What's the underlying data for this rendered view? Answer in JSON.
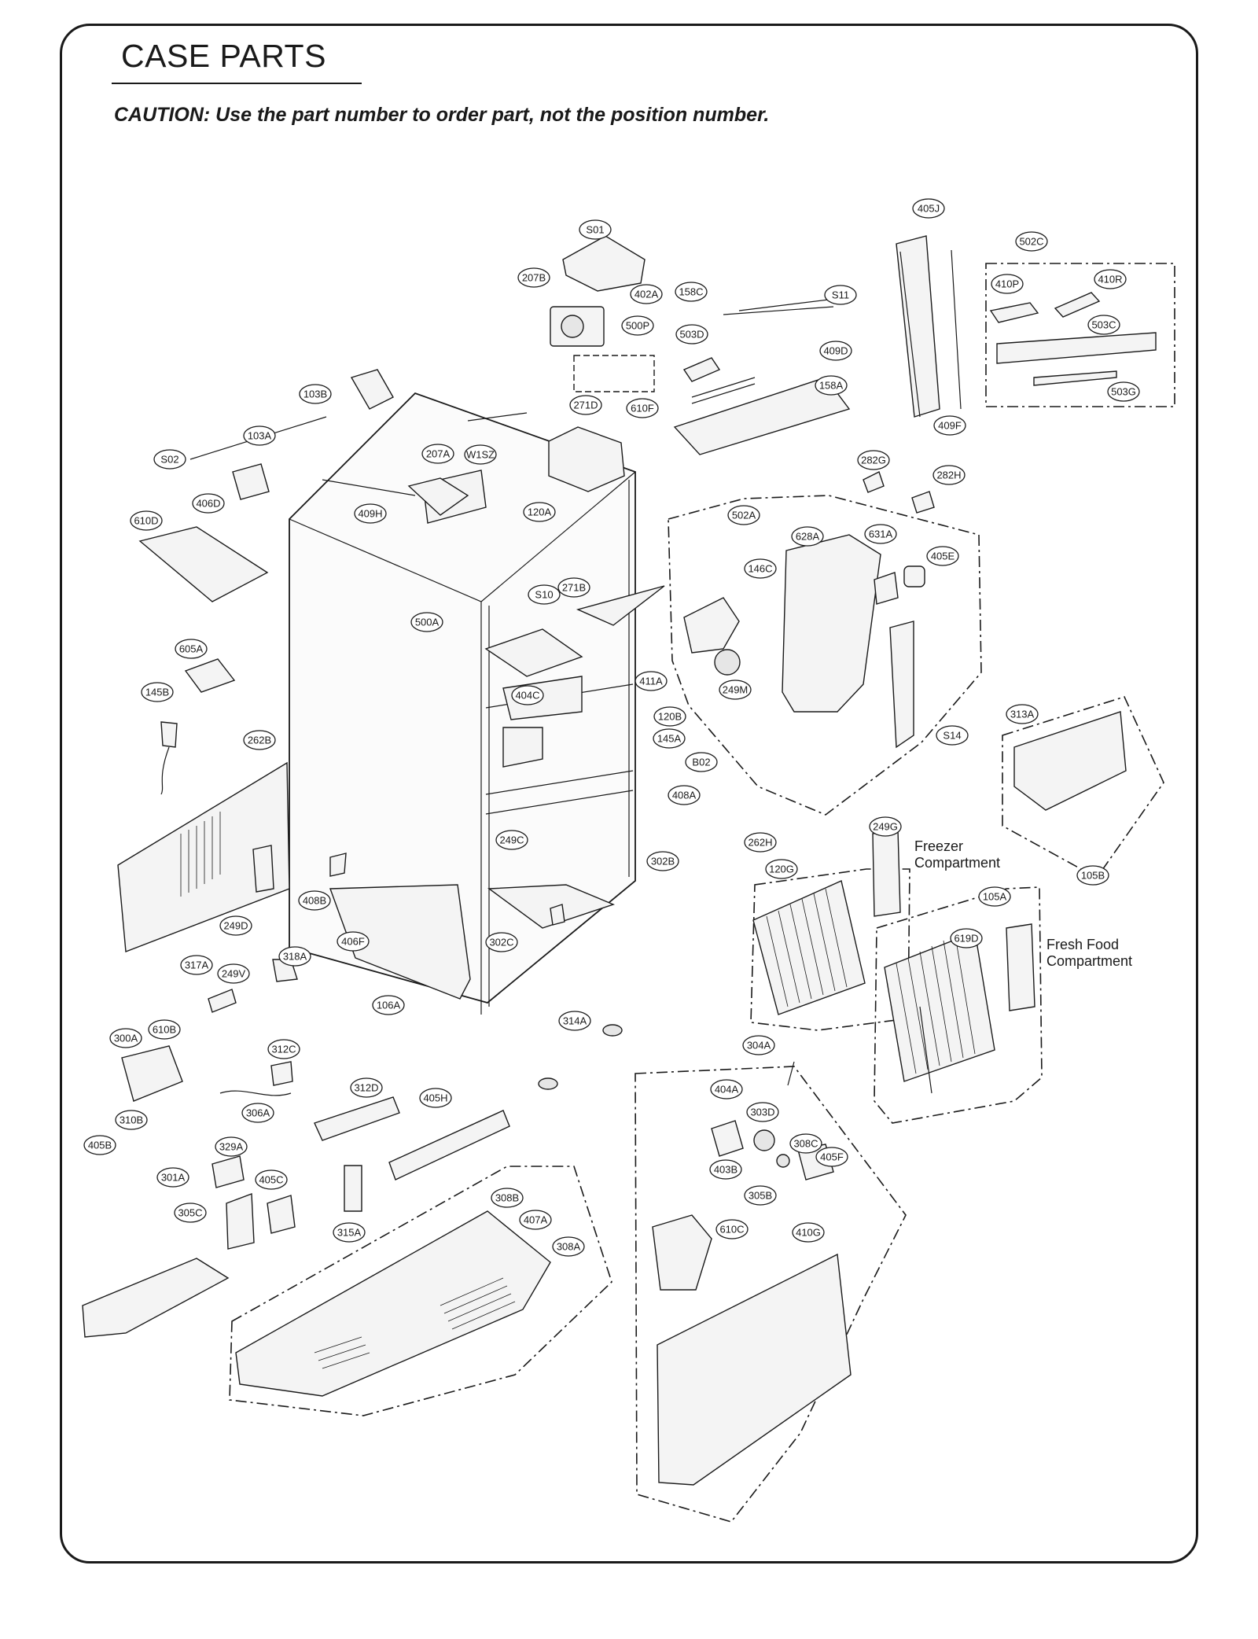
{
  "title": "CASE PARTS",
  "caution": "CAUTION: Use the part number to order part, not the position number.",
  "compartments": {
    "freezer": "Freezer\nCompartment",
    "fresh_food": "Fresh Food\nCompartment"
  },
  "callouts": [
    {
      "id": "S01",
      "label": "S01"
    },
    {
      "id": "207B",
      "label": "207B"
    },
    {
      "id": "402A",
      "label": "402A"
    },
    {
      "id": "158C",
      "label": "158C"
    },
    {
      "id": "S11",
      "label": "S11"
    },
    {
      "id": "405J",
      "label": "405J"
    },
    {
      "id": "502C",
      "label": "502C"
    },
    {
      "id": "410P",
      "label": "410P"
    },
    {
      "id": "410R",
      "label": "410R"
    },
    {
      "id": "500P",
      "label": "500P"
    },
    {
      "id": "503D",
      "label": "503D"
    },
    {
      "id": "409D",
      "label": "409D"
    },
    {
      "id": "503C",
      "label": "503C"
    },
    {
      "id": "610F",
      "label": "610F"
    },
    {
      "id": "158A",
      "label": "158A"
    },
    {
      "id": "103B",
      "label": "103B"
    },
    {
      "id": "271D",
      "label": "271D"
    },
    {
      "id": "503G",
      "label": "503G"
    },
    {
      "id": "409F",
      "label": "409F"
    },
    {
      "id": "103A",
      "label": "103A"
    },
    {
      "id": "207A",
      "label": "207A"
    },
    {
      "id": "282G",
      "label": "282G"
    },
    {
      "id": "282H",
      "label": "282H"
    },
    {
      "id": "S02",
      "label": "S02"
    },
    {
      "id": "W1SZ",
      "label": "W1SZ"
    },
    {
      "id": "406D",
      "label": "406D"
    },
    {
      "id": "120A",
      "label": "120A"
    },
    {
      "id": "502A",
      "label": "502A"
    },
    {
      "id": "610D",
      "label": "610D"
    },
    {
      "id": "409H",
      "label": "409H"
    },
    {
      "id": "628A",
      "label": "628A"
    },
    {
      "id": "631A",
      "label": "631A"
    },
    {
      "id": "405E",
      "label": "405E"
    },
    {
      "id": "146C",
      "label": "146C"
    },
    {
      "id": "S10",
      "label": "S10"
    },
    {
      "id": "271B",
      "label": "271B"
    },
    {
      "id": "500A",
      "label": "500A"
    },
    {
      "id": "605A",
      "label": "605A"
    },
    {
      "id": "411A",
      "label": "411A"
    },
    {
      "id": "145B",
      "label": "145B"
    },
    {
      "id": "404C",
      "label": "404C"
    },
    {
      "id": "249M",
      "label": "249M"
    },
    {
      "id": "120B",
      "label": "120B"
    },
    {
      "id": "313A",
      "label": "313A"
    },
    {
      "id": "262B",
      "label": "262B"
    },
    {
      "id": "145A",
      "label": "145A"
    },
    {
      "id": "S14",
      "label": "S14"
    },
    {
      "id": "B02",
      "label": "B02"
    },
    {
      "id": "408A",
      "label": "408A"
    },
    {
      "id": "249G",
      "label": "249G"
    },
    {
      "id": "262H",
      "label": "262H"
    },
    {
      "id": "249C",
      "label": "249C"
    },
    {
      "id": "302B",
      "label": "302B"
    },
    {
      "id": "120G",
      "label": "120G"
    },
    {
      "id": "105B",
      "label": "105B"
    },
    {
      "id": "408B",
      "label": "408B"
    },
    {
      "id": "105A",
      "label": "105A"
    },
    {
      "id": "249D",
      "label": "249D"
    },
    {
      "id": "406F",
      "label": "406F"
    },
    {
      "id": "302C",
      "label": "302C"
    },
    {
      "id": "619D",
      "label": "619D"
    },
    {
      "id": "318A",
      "label": "318A"
    },
    {
      "id": "317A",
      "label": "317A"
    },
    {
      "id": "249V",
      "label": "249V"
    },
    {
      "id": "106A",
      "label": "106A"
    },
    {
      "id": "314A",
      "label": "314A"
    },
    {
      "id": "300A",
      "label": "300A"
    },
    {
      "id": "610B",
      "label": "610B"
    },
    {
      "id": "304A",
      "label": "304A"
    },
    {
      "id": "312C",
      "label": "312C"
    },
    {
      "id": "312D",
      "label": "312D"
    },
    {
      "id": "405H",
      "label": "405H"
    },
    {
      "id": "404A",
      "label": "404A"
    },
    {
      "id": "303D",
      "label": "303D"
    },
    {
      "id": "306A",
      "label": "306A"
    },
    {
      "id": "310B",
      "label": "310B"
    },
    {
      "id": "405B",
      "label": "405B"
    },
    {
      "id": "308C",
      "label": "308C"
    },
    {
      "id": "329A",
      "label": "329A"
    },
    {
      "id": "405F",
      "label": "405F"
    },
    {
      "id": "403B",
      "label": "403B"
    },
    {
      "id": "301A",
      "label": "301A"
    },
    {
      "id": "405C",
      "label": "405C"
    },
    {
      "id": "305B",
      "label": "305B"
    },
    {
      "id": "308B",
      "label": "308B"
    },
    {
      "id": "305C",
      "label": "305C"
    },
    {
      "id": "407A",
      "label": "407A"
    },
    {
      "id": "610C",
      "label": "610C"
    },
    {
      "id": "410G",
      "label": "410G"
    },
    {
      "id": "315A",
      "label": "315A"
    },
    {
      "id": "308A",
      "label": "308A"
    }
  ]
}
